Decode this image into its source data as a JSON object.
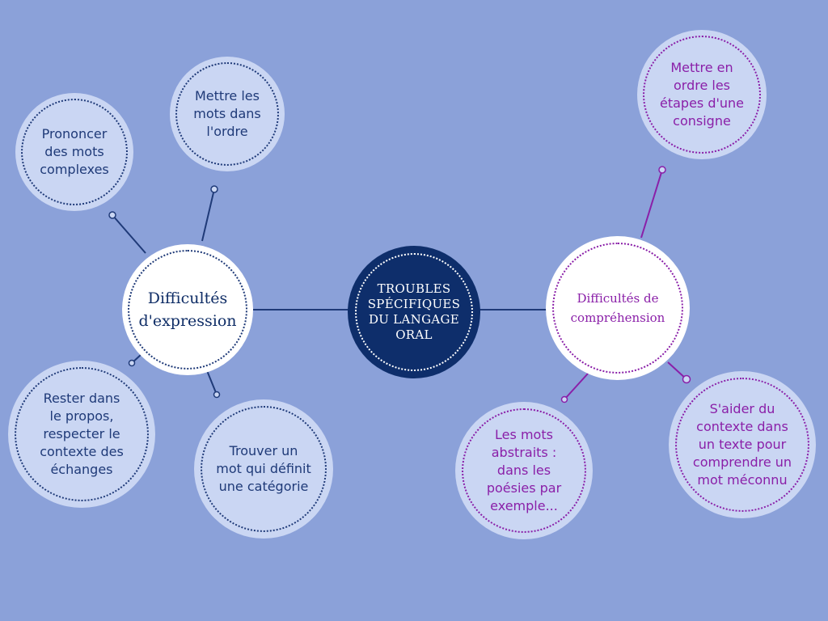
{
  "center": {
    "title": "TROUBLES\nSPÉCIFIQUES\nDU LANGAGE\nORAL"
  },
  "expression": {
    "title": "Difficultés\nd'expression",
    "items": [
      "Prononcer\ndes mots\ncomplexes",
      "Mettre les\nmots dans\nl'ordre",
      "Rester dans\nle propos,\nrespecter le\ncontexte des\néchanges",
      "Trouver un\nmot qui définit\nune catégorie"
    ]
  },
  "comprehension": {
    "title": "Difficultés de\ncompréhension",
    "items": [
      "Mettre en\nordre les\nétapes d'une\nconsigne",
      "Les mots\nabstraits :\ndans les\npoésies par\nexemple...",
      "S'aider du\ncontexte dans\nun texte pour\ncomprendre un\nmot méconnu"
    ]
  },
  "colors": {
    "background": "#8ba1d9",
    "navy": "#0e2e6b",
    "blue_text": "#1f3a78",
    "purple": "#8a1fa8",
    "leaf_fill": "#cad6f3"
  }
}
